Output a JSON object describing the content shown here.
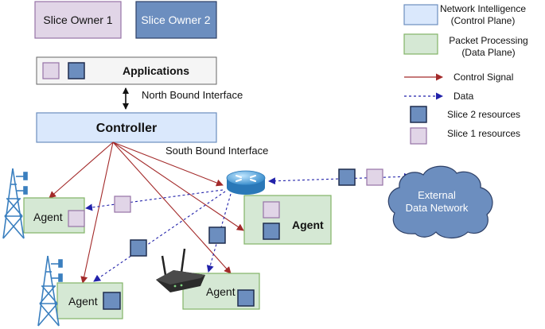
{
  "slice_owner_1": "Slice Owner 1",
  "slice_owner_2": "Slice Owner 2",
  "applications": "Applications",
  "north_bound": "North Bound Interface",
  "controller": "Controller",
  "south_bound": "South Bound Interface",
  "agent": "Agent",
  "external_network_line1": "External",
  "external_network_line2": "Data Network",
  "legend": {
    "network_intelligence_line1": "Network Intelligence",
    "network_intelligence_line2": "(Control Plane)",
    "packet_processing_line1": "Packet Processing",
    "packet_processing_line2": "(Data Plane)",
    "control_signal": "Control Signal",
    "data": "Data",
    "slice2_resources": "Slice 2 resources",
    "slice1_resources": "Slice 1 resources"
  },
  "colors": {
    "slice1_fill": "#e1d5e7",
    "slice1_stroke": "#9673a6",
    "slice2_fill": "#6c8ebf",
    "slice2_stroke": "#2d3f66",
    "control_plane_fill": "#dae8fc",
    "control_plane_stroke": "#6c8ebf",
    "data_plane_fill": "#d5e8d4",
    "data_plane_stroke": "#82b366",
    "control_signal": "#a32a2a",
    "data_line": "#2222aa",
    "cloud_fill": "#6c8ebf"
  },
  "icons": [
    "cell-tower-icon",
    "router-icon",
    "wifi-router-icon",
    "cloud-icon"
  ]
}
